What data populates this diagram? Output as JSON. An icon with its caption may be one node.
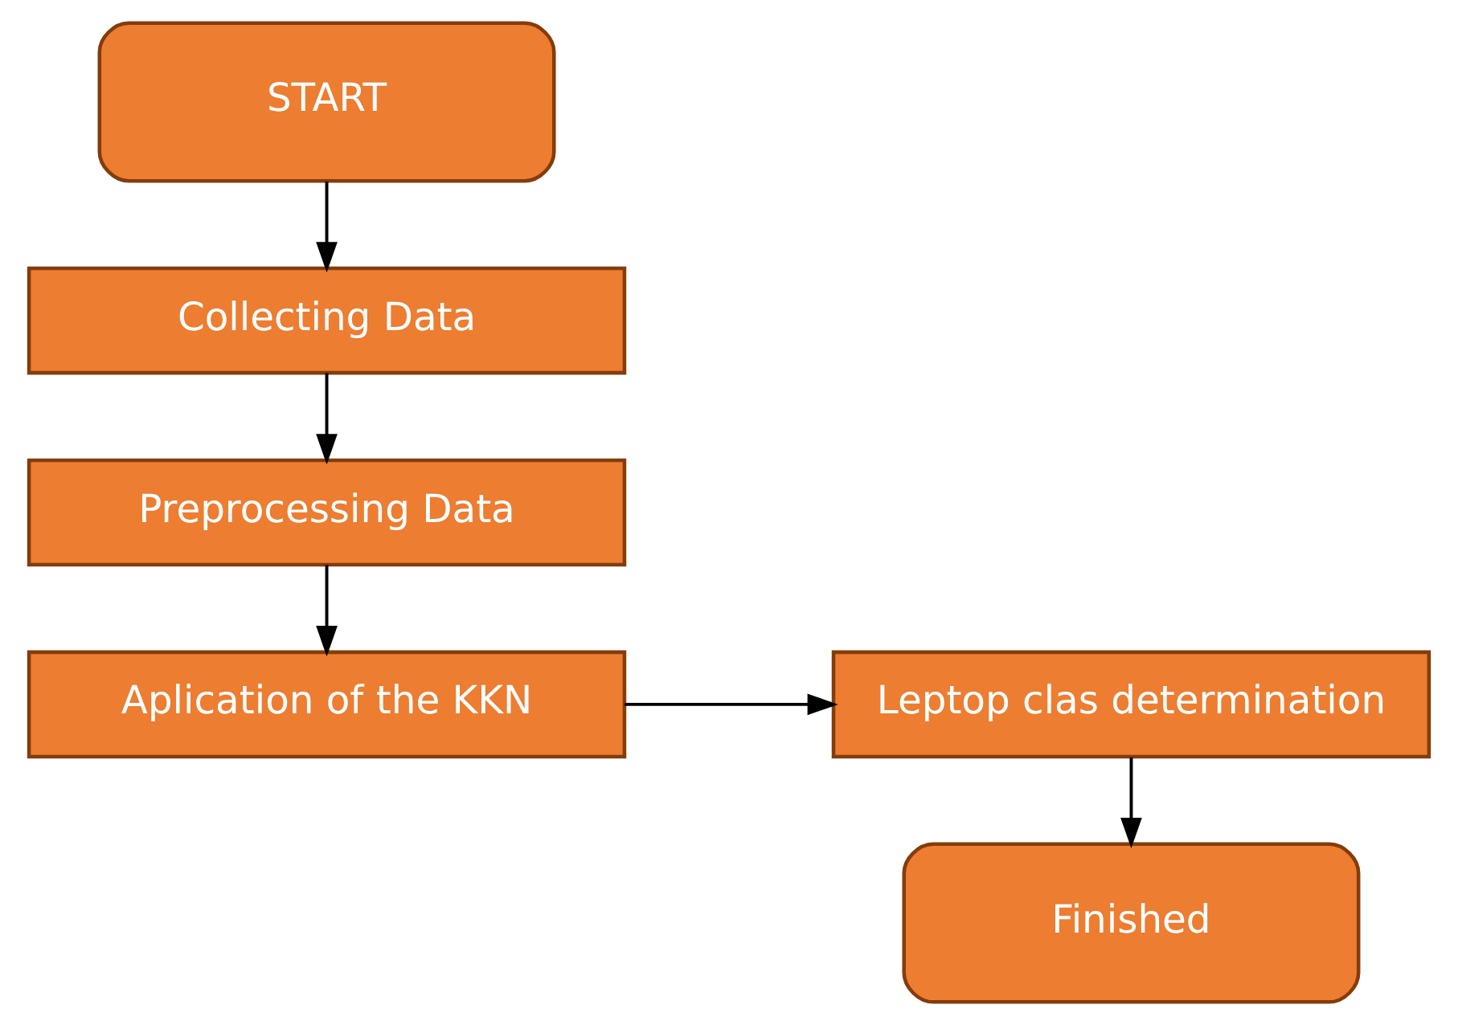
{
  "diagram": {
    "nodes": [
      {
        "text": [
          "START"
        ]
      },
      {
        "text": [
          "Collecting Data"
        ]
      },
      {
        "text": [
          "Preprocessing Data"
        ]
      },
      {
        "text": [
          "Aplication of the KKN"
        ]
      },
      {
        "text": [
          "Leptop clas determination"
        ]
      },
      {
        "text": [
          "Finished"
        ]
      }
    ],
    "edges": [
      {
        "from": 0,
        "to": 1,
        "arrow": "to"
      },
      {
        "from": 1,
        "to": 2,
        "arrow": "to"
      },
      {
        "from": 2,
        "to": 3,
        "arrow": "to"
      },
      {
        "from": 3,
        "to": 4,
        "arrow": "to"
      },
      {
        "from": 4,
        "to": 5,
        "arrow": "to"
      }
    ]
  }
}
